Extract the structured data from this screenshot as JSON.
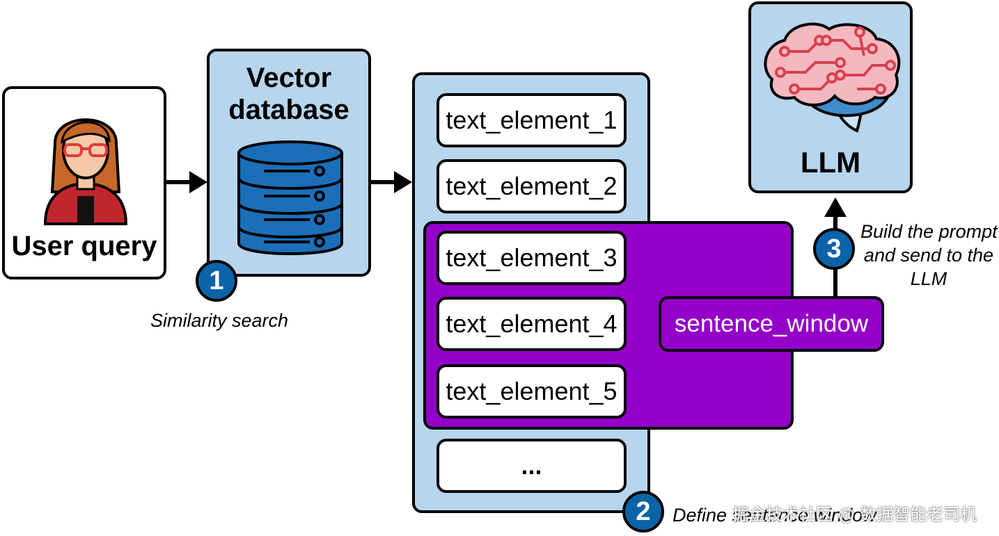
{
  "user_query": {
    "label": "User query"
  },
  "vector_db": {
    "title_line1": "Vector",
    "title_line2": "database"
  },
  "steps": {
    "step1": {
      "number": "1",
      "caption": "Similarity search"
    },
    "step2": {
      "number": "2",
      "caption": "Define sentence window"
    },
    "step3": {
      "number": "3",
      "caption_line1": "Build the prompt",
      "caption_line2": "and send to the",
      "caption_line3": "LLM"
    }
  },
  "elements": [
    "text_element_1",
    "text_element_2",
    "text_element_3",
    "text_element_4",
    "text_element_5",
    "..."
  ],
  "sentence_window": {
    "label": "sentence_window"
  },
  "llm": {
    "label": "LLM"
  },
  "watermark": "掘金技术社区 @ 数据智能老司机",
  "colors": {
    "panel_blue": "#b7d5ec",
    "badge_blue": "#0b63a8",
    "window_purple": "#9400c8",
    "db_blue": "#1b6fb8",
    "brain_pink": "#f4b8c0"
  }
}
